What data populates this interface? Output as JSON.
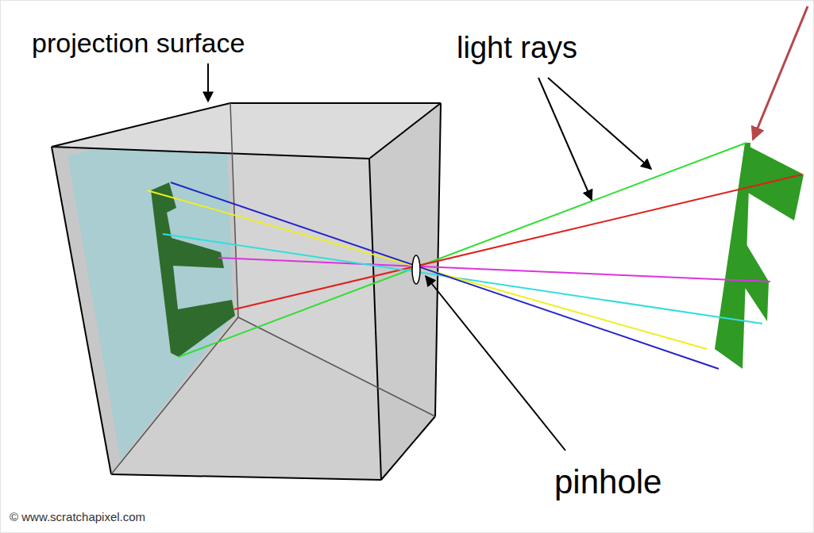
{
  "diagram": {
    "labels": [
      "projection surface",
      "light rays",
      "pinhole",
      "© www.scratchapixel.com"
    ]
  }
}
